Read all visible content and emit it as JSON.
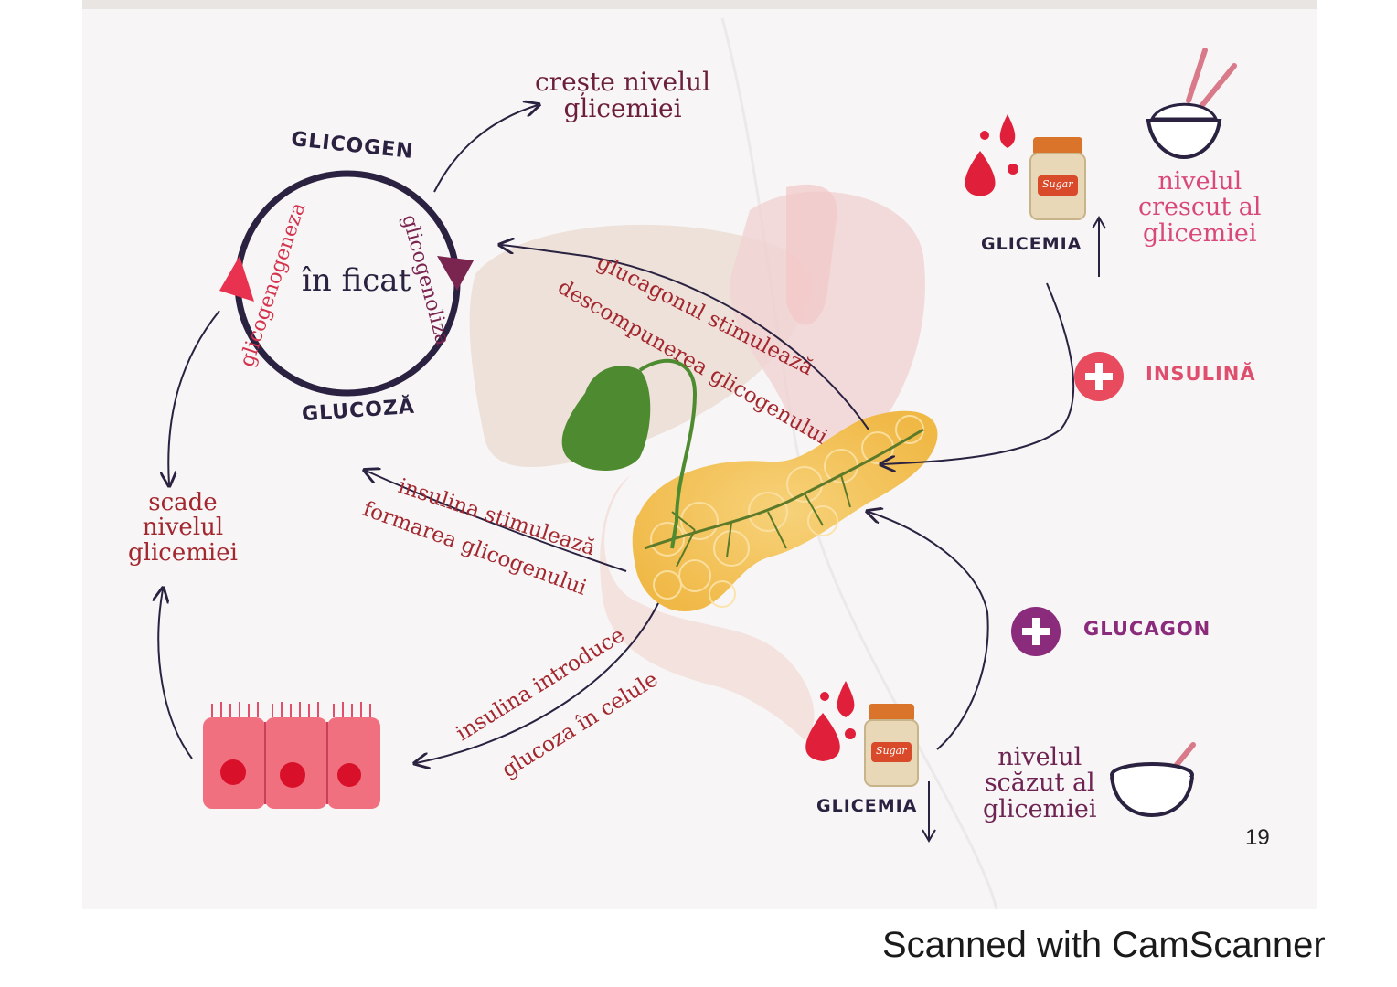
{
  "cycle": {
    "top_label": "GLICOGEN",
    "bottom_label": "GLUCOZĂ",
    "center_label": "în ficat",
    "left_arc_label": "glicogenogeneza",
    "right_arc_label": "glicogenoliza"
  },
  "left_flow": {
    "increase_line1": "crește nivelul",
    "increase_line2": "glicemiei",
    "decrease_line1": "scade",
    "decrease_line2": "nivelul",
    "decrease_line3": "glicemiei"
  },
  "arrows": {
    "glucagon_line1": "glucagonul stimulează",
    "glucagon_line2": "descompunerea glicogenului",
    "insulin_line1": "insulina stimulează",
    "insulin_line2": "formarea  glicogenului",
    "cells_line1": "insulina introduce",
    "cells_line2": "glucoza în celule"
  },
  "high_glucose": {
    "label": "GLICEMIA",
    "jar_text": "Sugar",
    "desc_line1": "nivelul",
    "desc_line2": "crescut al",
    "desc_line3": "glicemiei"
  },
  "low_glucose": {
    "label": "GLICEMIA",
    "jar_text": "Sugar",
    "desc_line1": "nivelul",
    "desc_line2": "scăzut al",
    "desc_line3": "glicemiei"
  },
  "hormones": {
    "insulin": "INSULINĂ",
    "glucagon": "GLUCAGON"
  },
  "page_number": "19",
  "footer": "Scanned with CamScanner",
  "colors": {
    "dark_navy": "#2a2240",
    "red_text": "#a3272e",
    "pink": "#e04e6e",
    "purple": "#8a2b7c",
    "blood_red": "#e0203a",
    "pancreas": "#f5c66a",
    "gallbladder": "#4e8a2f"
  },
  "icons": [
    "blood-drops-icon",
    "sugar-jar-icon",
    "rice-bowl-icon",
    "empty-bowl-icon",
    "plus-icon",
    "cells-icon",
    "up-arrow-icon",
    "down-arrow-icon"
  ]
}
